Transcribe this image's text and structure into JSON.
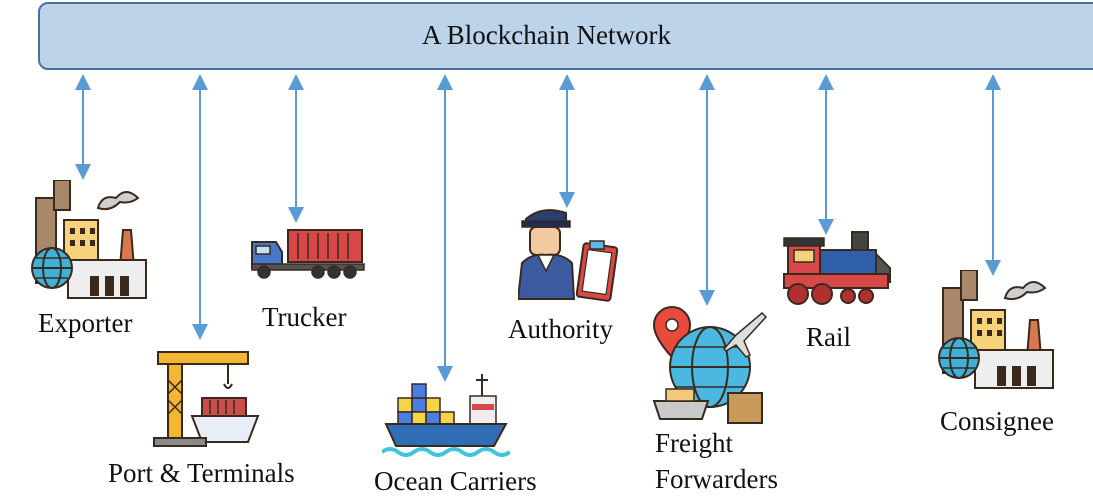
{
  "network": {
    "title": "A Blockchain Network"
  },
  "participants": {
    "exporter": "Exporter",
    "port": "Port & Terminals",
    "trucker": "Trucker",
    "ocean": "Ocean Carriers",
    "authority": "Authority",
    "freight_line1": "Freight",
    "freight_line2": "Forwarders",
    "rail": "Rail",
    "consignee": "Consignee"
  },
  "colors": {
    "bar_fill": "#bdd3ea",
    "bar_border": "#4a6fa0",
    "arrow": "#5b9bd5"
  },
  "icons": [
    "factory-icon",
    "port-crane-icon",
    "truck-icon",
    "cargo-ship-icon",
    "officer-icon",
    "globe-plane-icon",
    "train-icon",
    "factory-icon"
  ]
}
